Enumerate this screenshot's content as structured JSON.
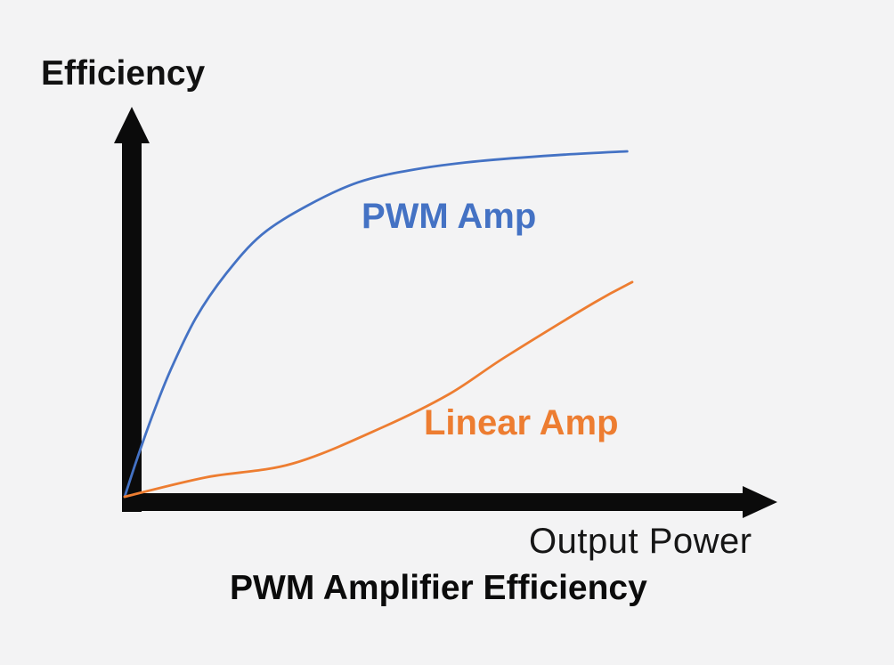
{
  "page": {
    "background": "#f3f3f4"
  },
  "colors": {
    "axis": "#0b0b0b",
    "pwm_blue": "#4472C4",
    "linear_orange": "#ED7D31",
    "text": "#111111"
  },
  "labels": {
    "y_axis": "Efficiency",
    "x_axis": "Output Power",
    "caption": "PWM Amplifier Efficiency"
  },
  "chart_data": {
    "type": "line",
    "title": "PWM Amplifier Efficiency",
    "xlabel": "Output Power",
    "ylabel": "Efficiency",
    "xlim": [
      0,
      1
    ],
    "ylim": [
      0,
      1
    ],
    "grid": false,
    "axes_style": "qualitative-arrow-axes-no-ticks",
    "legend_position": "inline-curve-labels",
    "series": [
      {
        "name": "PWM Amp",
        "color": "#4472C4",
        "shape": "saturating-exponential",
        "x": [
          0,
          0.025,
          0.055,
          0.09,
          0.14,
          0.2,
          0.27,
          0.36,
          0.46,
          0.57,
          0.7,
          0.85,
          0.99
        ],
        "y": [
          0,
          0.1,
          0.21,
          0.325,
          0.46,
          0.575,
          0.675,
          0.75,
          0.81,
          0.843,
          0.865,
          0.88,
          0.89
        ]
      },
      {
        "name": "Linear Amp",
        "color": "#ED7D31",
        "shape": "slowly-accelerating",
        "x": [
          0,
          0.16,
          0.33,
          0.51,
          0.64,
          0.75,
          0.925,
          1.0
        ],
        "y": [
          0,
          0.05,
          0.085,
          0.18,
          0.265,
          0.36,
          0.5,
          0.553
        ]
      }
    ]
  }
}
